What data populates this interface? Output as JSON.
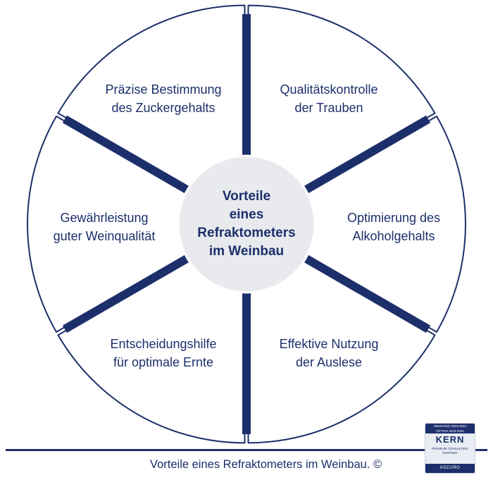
{
  "colors": {
    "navy": "#1d2f6b",
    "outline": "#1d2f6b",
    "segment_fill": "#ffffff",
    "center_fill": "#e8eaee"
  },
  "center": {
    "lines": [
      "Vorteile",
      "eines",
      "Refraktometers",
      "im Weinbau"
    ]
  },
  "segments": [
    {
      "lines": [
        "Präzise Bestimmung",
        "des Zuckergehalts"
      ]
    },
    {
      "lines": [
        "Qualitätskontrolle",
        "der Trauben"
      ]
    },
    {
      "lines": [
        "Optimierung des",
        "Alkoholgehalts"
      ]
    },
    {
      "lines": [
        "Effektive Nutzung",
        "der Auslese"
      ]
    },
    {
      "lines": [
        "Entscheidungshilfe",
        "für optimale Ernte"
      ]
    },
    {
      "lines": [
        "Gewährleistung",
        "guter Weinqualität"
      ]
    }
  ],
  "caption": "Vorteile eines Refraktometers im Weinbau. ©",
  "badge": {
    "top_line1": "WEIGHING 2023-2024",
    "top_line2": "OPTICS 2023-2024",
    "brand": "KERN",
    "sub_line1": "PREMIUM CONSULTING",
    "sub_line2": "PARTNER",
    "bottom": "ASCURO"
  }
}
